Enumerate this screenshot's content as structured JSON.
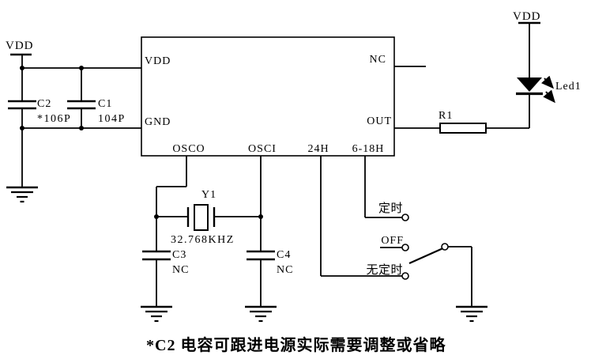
{
  "diagram": {
    "colors": {
      "line": "#000000",
      "note": "#ff0000",
      "background": "#ffffff"
    },
    "power_left": {
      "label": "VDD"
    },
    "power_right": {
      "label": "VDD"
    },
    "capacitors": {
      "c2": {
        "ref": "C2",
        "value": "*106P"
      },
      "c1": {
        "ref": "C1",
        "value": "104P"
      },
      "c3": {
        "ref": "C3",
        "value": "NC"
      },
      "c4": {
        "ref": "C4",
        "value": "NC"
      }
    },
    "ic": {
      "pins": {
        "vdd": "VDD",
        "gnd": "GND",
        "nc": "NC",
        "out": "OUT",
        "osco": "OSCO",
        "osci": "OSCI",
        "h24": "24H",
        "h618": "6-18H"
      }
    },
    "crystal": {
      "ref": "Y1",
      "value": "32.768KHZ"
    },
    "resistor": {
      "ref": "R1"
    },
    "led": {
      "ref": "Led1"
    },
    "switch": {
      "positions": [
        {
          "label": "定时"
        },
        {
          "label": "OFF"
        },
        {
          "label": "无定时"
        }
      ]
    },
    "note": "*C2 电容可跟进电源实际需要调整或省略"
  }
}
